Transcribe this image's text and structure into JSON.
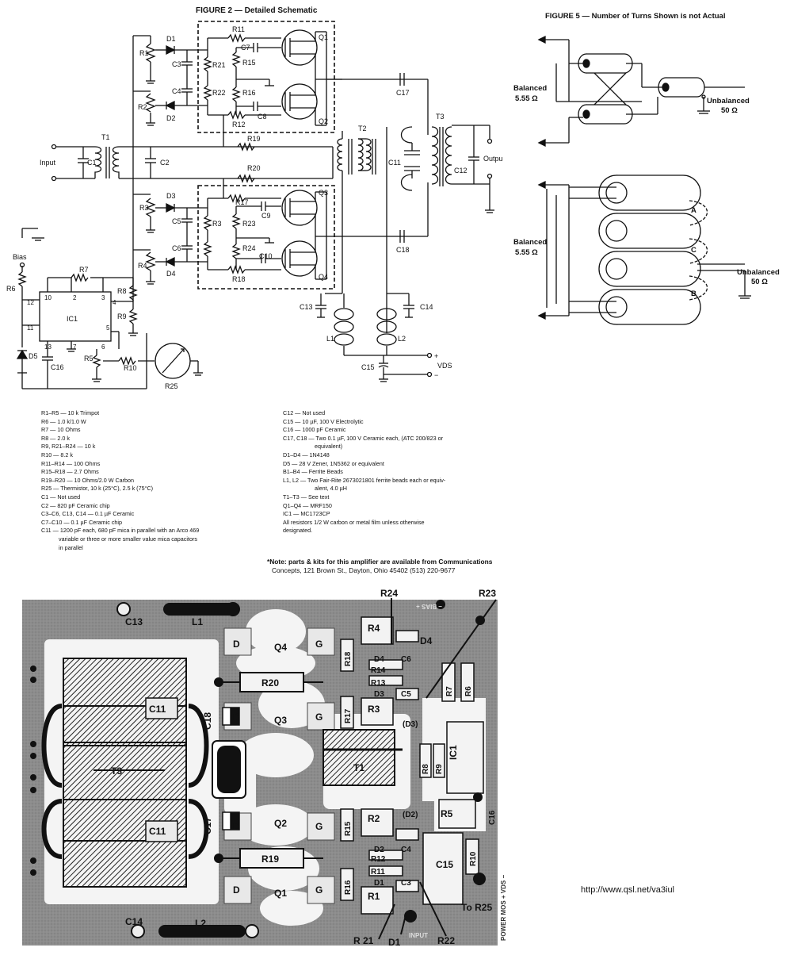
{
  "fig2": {
    "title": "FIGURE 2 — Detailed Schematic",
    "labels": {
      "R1": "R1",
      "R2": "R2",
      "R3": "R3",
      "R4": "R4",
      "R5": "R5",
      "R6": "R6",
      "R7": "R7",
      "R8": "R8",
      "R9": "R9",
      "R10": "R10",
      "R11": "R11",
      "R12": "R12",
      "R15": "R15",
      "R16": "R16",
      "R17": "R17",
      "R18": "R18",
      "R19": "R19",
      "R20": "R20",
      "R21": "R21",
      "R22": "R22",
      "R23": "R23",
      "R24": "R24",
      "R25": "R25",
      "C1": "C1",
      "C2": "C2",
      "C3": "C3",
      "C4": "C4",
      "C5": "C5",
      "C6": "C6",
      "C7": "C7",
      "C8": "C8",
      "C9": "C9",
      "C10": "C10",
      "C11": "C11",
      "C12": "C12",
      "C13": "C13",
      "C14": "C14",
      "C15": "C15",
      "C16": "C16",
      "C17": "C17",
      "C18": "C18",
      "D1": "D1",
      "D2": "D2",
      "D3": "D3",
      "D4": "D4",
      "D5": "D5",
      "Q1": "Q1",
      "Q2": "Q2",
      "Q3": "Q3",
      "Q4": "Q4",
      "T1": "T1",
      "T2": "T2",
      "T3": "T3",
      "L1": "L1",
      "L2": "L2",
      "IC1": "IC1",
      "input": "Input",
      "output": "Outpu",
      "bias": "Bias",
      "vds": "VDS",
      "plus": "+",
      "minus": "−",
      "pin10": "10",
      "pin2": "2",
      "pin3": "3",
      "pin12": "12",
      "pin4": "4",
      "pin11": "11",
      "pin5": "5",
      "pin13": "13",
      "pin7": "7",
      "pin6": "6"
    }
  },
  "fig5": {
    "title": "FIGURE 5 — Number of Turns Shown is not Actual",
    "balanced": "Balanced",
    "balanced_val": "5.55 Ω",
    "unbalanced": "Unbalanced",
    "unbalanced_val": "50 Ω",
    "bead_a": "A",
    "bead_b": "B",
    "bead_c": "C"
  },
  "parts_left": [
    "R1–R5 — 10 k Trimpot",
    "R6 — 1.0 k/1.0 W",
    "R7 — 10 Ohms",
    "R8 — 2.0 k",
    "R9, R21–R24 — 10 k",
    "R10 — 8.2 k",
    "R11–R14 — 100 Ohms",
    "R15–R18 — 2.7 Ohms",
    "R19–R20 — 10 Ohms/2.0 W Carbon",
    "R25 — Thermistor, 10 k (25°C), 2.5 k (75°C)",
    "C1 — Not used",
    "C2 — 820 pF Ceramic chip",
    "C3–C6, C13, C14 — 0.1 µF Ceramic",
    "C7–C10 — 0.1 µF Ceramic chip",
    "C11 — 1200 pF each, 680 pF mica in parallel with an Arco 469",
    "          variable or three or more smaller value mica capacitors",
    "          in parallel"
  ],
  "parts_right": [
    "C12 — Not used",
    "C15 — 10 µF, 100 V Electrolytic",
    "C16 — 1000 pF Ceramic",
    "C17, C18 — Two 0.1 µF, 100 V Ceramic each, (ATC 200/823 or",
    "          equivalent)",
    "D1–D4 — 1N4148",
    "D5 — 28 V Zener, 1N5362 or equivalent",
    "B1–B4 — Ferrite Beads",
    "L1, L2 — Two Fair-Rite 2673021801 ferrite beads each or equiv-",
    "          alent, 4.0 µH",
    "T1–T3 — See text",
    "Q1–Q4 — MRF150",
    "IC1 — MC1723CP",
    "All resistors 1/2 W carbon or metal film unless otherwise",
    "designated."
  ],
  "note_line1": "*Note: parts & kits for this amplifier are available from Communications",
  "note_line2": "Concepts, 121 Brown St., Dayton, Ohio 45402 (513) 220-9677",
  "pcb": {
    "C13": "C13",
    "L1": "L1",
    "C14": "C14",
    "L2": "L2",
    "Q1": "Q1",
    "Q2": "Q2",
    "Q3": "Q3",
    "Q4": "Q4",
    "D": "D",
    "G": "G",
    "R19": "R19",
    "R20": "R20",
    "C18": "C18",
    "C17": "C17",
    "C11": "C11",
    "T3": "T3",
    "T1": "T1",
    "R15": "R15",
    "R16": "R16",
    "R17": "R17",
    "R18": "R18",
    "R1": "R1",
    "R2": "R2",
    "R3": "R3",
    "R4": "R4",
    "R5": "R5",
    "R6": "R6",
    "R7": "R7",
    "R8": "R8",
    "R9": "R9",
    "R10": "R10",
    "R11": "R11",
    "R12": "R12",
    "R13": "R13",
    "R14": "R14",
    "R21": "R 21",
    "R22": "R22",
    "R23": "R23",
    "R24": "R24",
    "C3": "C3",
    "C4": "C4",
    "C5": "C5",
    "C6": "C6",
    "C15": "C15",
    "C16": "C16",
    "IC1": "IC1",
    "D1": "D1",
    "D2": "D2",
    "D3": "D3",
    "D4": "D4",
    "D2p": "(D2)",
    "D3p": "(D3)",
    "toR25": "To R25",
    "input": "INPUT",
    "bias": "− BIAS +",
    "power": "POWER MOS + VDS −"
  },
  "url": "http://www.qsl.net/va3iul"
}
